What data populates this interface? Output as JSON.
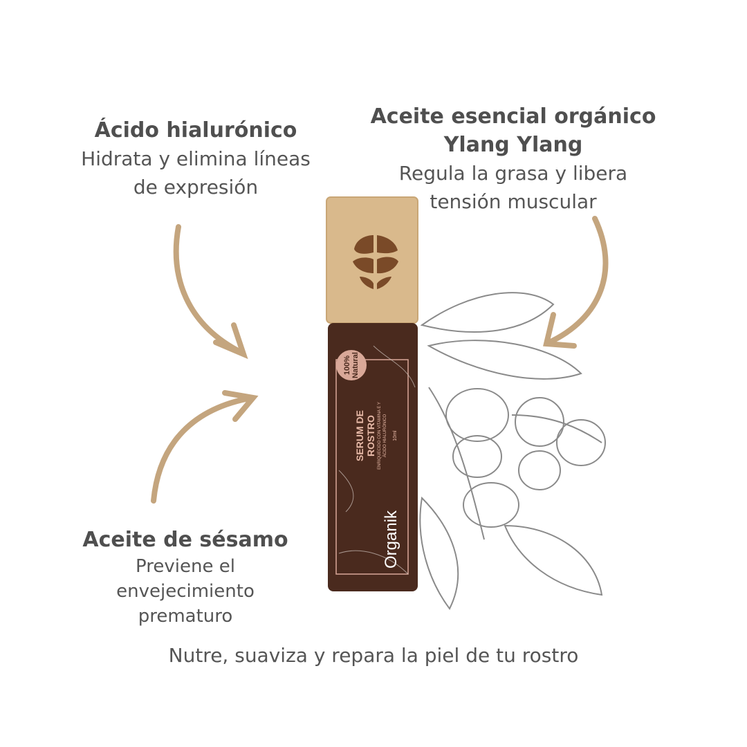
{
  "benefits": [
    {
      "title": "Ácido hialurónico",
      "lines": [
        "Hidrata y elimina líneas",
        "de expresión"
      ]
    },
    {
      "title_lines": [
        "Aceite esencial orgánico",
        "Ylang Ylang"
      ],
      "lines": [
        "Regula la grasa y libera",
        "tensión muscular"
      ]
    },
    {
      "title": "Aceite de sésamo",
      "lines": [
        "Previene el",
        "envejecimiento",
        "prematuro"
      ]
    }
  ],
  "tagline": "Nutre, suaviza y repara la piel de tu rostro",
  "bottle": {
    "badge": "100% Natural",
    "product_name": "SERUM DE ROSTRO",
    "subtitle": "ENRIQUECIDO CON VITAMINA E Y ÁCIDO HIALURÓNICO",
    "volume": "10ml",
    "brand": "Organik"
  },
  "colors": {
    "arrow": "#c4a57e",
    "text": "#555555",
    "bottle": "#4a2a1e",
    "cap": "#d9b98c",
    "label_accent": "#e6b8a6"
  }
}
